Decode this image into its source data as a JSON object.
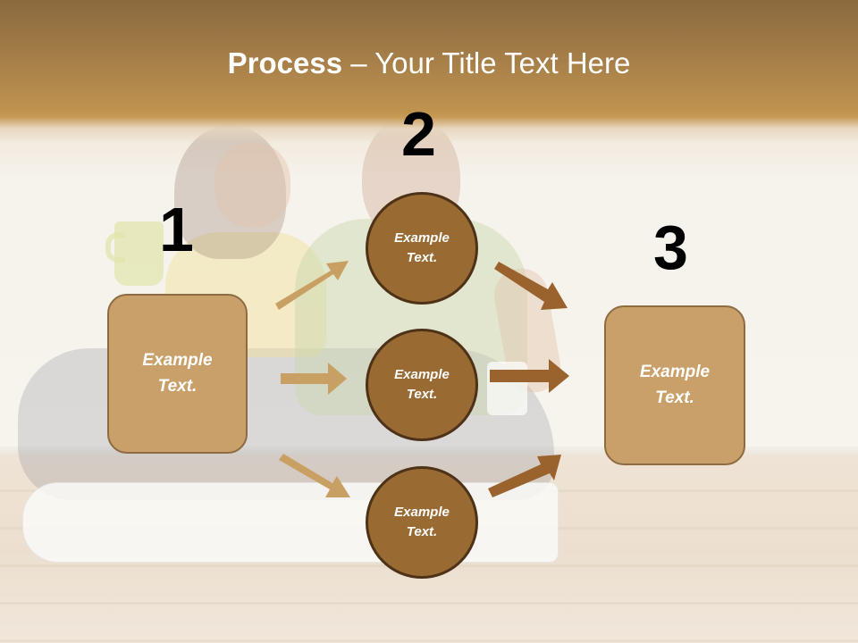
{
  "slide": {
    "title": {
      "bold": "Process",
      "rest": " – Your Title Text Here"
    },
    "steps": [
      {
        "number": "1",
        "label_line1": "Example",
        "label_line2": "Text.",
        "shape": "rounded-rectangle"
      },
      {
        "number": "2",
        "label_line1": "Example",
        "label_line2": "Text.",
        "shape": "circle"
      },
      {
        "number": "3",
        "label_line1": "Example",
        "label_line2": "Text.",
        "shape": "rounded-rectangle"
      }
    ],
    "circles": [
      {
        "label_line1": "Example",
        "label_line2": "Text."
      },
      {
        "label_line1": "Example",
        "label_line2": "Text."
      },
      {
        "label_line1": "Example",
        "label_line2": "Text."
      }
    ],
    "colors": {
      "header_top": "#8a6a3e",
      "header_bottom": "#c89a56",
      "box_fill": "#c9a06a",
      "box_border": "#8e6b40",
      "circle_fill": "#9a6a33",
      "circle_border": "#4e3218",
      "arrow_light": "#c9a063",
      "arrow_dark": "#9a632e",
      "number_color": "#000000",
      "label_color": "#ffffff"
    }
  }
}
